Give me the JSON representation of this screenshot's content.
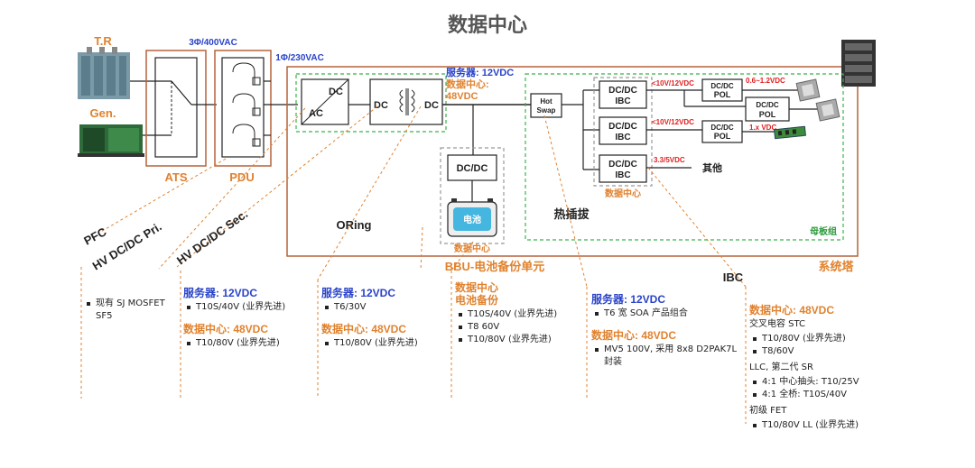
{
  "title": "数据中心",
  "sources": {
    "tr": "T.R",
    "gen": "Gen."
  },
  "bus_labels": {
    "three_phase": "3Φ/400VAC",
    "single_phase": "1Φ/230VAC"
  },
  "blocks": {
    "ats": "ATS",
    "pdu": "PDU",
    "acdc_dc": "DC",
    "acdc_ac": "AC",
    "dc_left": "DC",
    "dc_right": "DC",
    "hot_swap_1": "Hot",
    "hot_swap_2": "Swap",
    "ibc_top_1": "DC/DC",
    "ibc_top_2": "IBC",
    "ibc_mid_1": "DC/DC",
    "ibc_mid_2": "IBC",
    "ibc_bot_1": "DC/DC",
    "ibc_bot_2": "IBC",
    "pol_a_1": "DC/DC",
    "pol_a_2": "POL",
    "pol_b_1": "DC/DC",
    "pol_b_2": "POL",
    "pol_c_1": "DC/DC",
    "pol_c_2": "POL",
    "bbu_dcdc": "DC/DC",
    "battery": "电池"
  },
  "annotations": {
    "server_12v": "服务器: 12VDC",
    "dc_48v_1": "数据中心:",
    "dc_48v_2": "48VDC",
    "v10_12_a": "<10V/12VDC",
    "v10_12_b": "<10V/12VDC",
    "v3_5": "3.3/5VDC",
    "v06_12": "0.6~1.2VDC",
    "v1x": "1.x VDC",
    "other": "其他",
    "ibc_dc": "数据中心",
    "bbu_dc": "数据中心",
    "oring": "ORing",
    "hotplug": "热插拔",
    "motherboard": "母板组",
    "bbu": "BBU-电池备份单元",
    "system_tower": "系统塔",
    "ibc": "IBC"
  },
  "diagonal_labels": {
    "pfc": "PFC",
    "hv_pri": "HV DC/DC Pri.",
    "hv_sec": "HV DC/DC Sec."
  },
  "columns": {
    "c1": {
      "items": [
        "现有 SJ MOSFET SF5"
      ]
    },
    "c2": {
      "h1": "服务器: 12VDC",
      "items1": [
        "T10S/40V (业界先进)"
      ],
      "h2": "数据中心: 48VDC",
      "items2": [
        "T10/80V (业界先进)"
      ]
    },
    "c3": {
      "h1": "服务器: 12VDC",
      "items1": [
        "T6/30V"
      ],
      "h2": "数据中心: 48VDC",
      "items2": [
        "T10/80V (业界先进)"
      ]
    },
    "c4": {
      "h1": "数据中心",
      "h1b": "电池备份",
      "items1": [
        "T10S/40V (业界先进)",
        "T8 60V",
        "T10/80V (业界先进)"
      ]
    },
    "c5": {
      "h1": "服务器: 12VDC",
      "items1": [
        "T6 宽 SOA 产品组合"
      ],
      "h2": "数据中心: 48VDC",
      "items2": [
        "MV5 100V, 采用 8x8 D2PAK7L 封装"
      ]
    },
    "c6": {
      "h1": "数据中心: 48VDC",
      "p1": "交叉电容 STC",
      "items1": [
        "T10/80V (业界先进)",
        "T8/60V"
      ],
      "p2": "LLC, 第二代 SR",
      "items2": [
        "4:1 中心抽头: T10/25V",
        "4:1 全桥: T10S/40V"
      ],
      "p3": "初级 FET",
      "items3": [
        "T10/80V LL (业界先进)"
      ]
    }
  },
  "colors": {
    "orange": "#e0822e",
    "frame": "#b5623c",
    "blue": "#2a43c8",
    "red": "#e02020",
    "green": "#39b54a",
    "green_text": "#2a9a3a"
  }
}
